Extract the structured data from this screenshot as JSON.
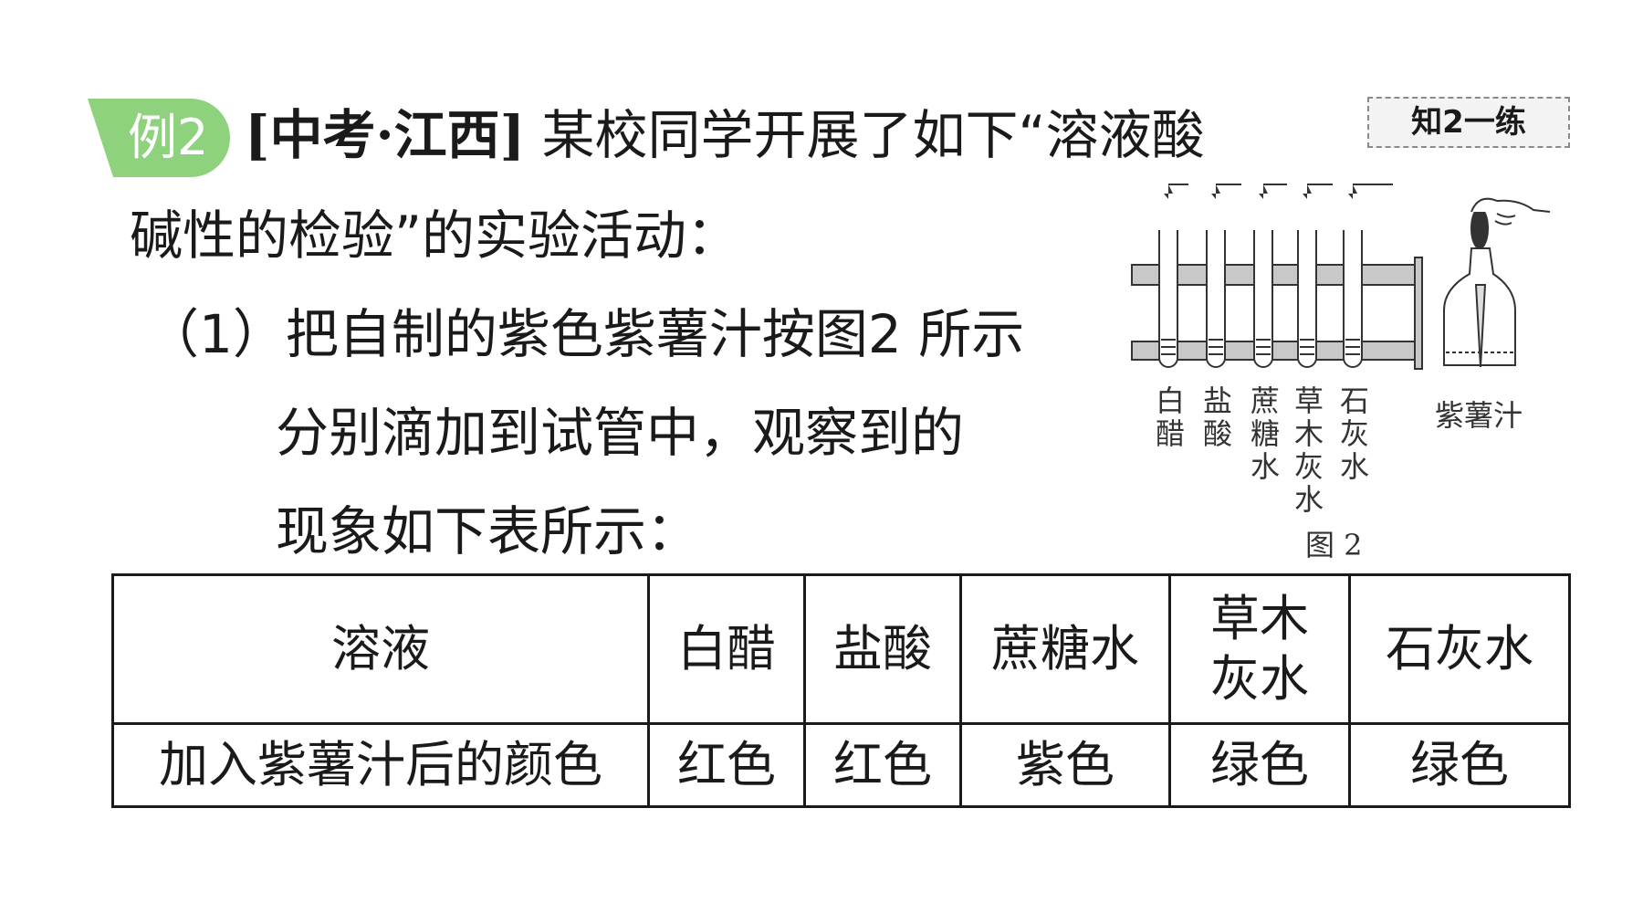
{
  "header": {
    "badge": "例2",
    "source": "[中考·江西]",
    "title_line1": "某校同学开展了如下“溶液酸",
    "title_line2": "碱性的检验”的实验活动：",
    "tag": "知2一练"
  },
  "question": {
    "line1": "（1）把自制的紫色紫薯汁按图2 所示",
    "line2": "分别滴加到试管中，观察到的",
    "line3": "现象如下表所示："
  },
  "figure": {
    "tube_labels": [
      [
        "白",
        "醋"
      ],
      [
        "盐",
        "酸"
      ],
      [
        "蔗",
        "糖",
        "水"
      ],
      [
        "草",
        "木",
        "灰",
        "水"
      ],
      [
        "石",
        "灰",
        "水"
      ]
    ],
    "bottle_label": "紫薯汁",
    "caption": "图 2"
  },
  "table": {
    "header_label": "溶液",
    "row_label": "加入紫薯汁后的颜色",
    "columns": [
      {
        "solution": [
          "白醋"
        ],
        "color": "红色"
      },
      {
        "solution": [
          "盐酸"
        ],
        "color": "红色"
      },
      {
        "solution": [
          "蔗糖水"
        ],
        "color": "紫色"
      },
      {
        "solution": [
          "草木",
          "灰水"
        ],
        "color": "绿色"
      },
      {
        "solution": [
          "石灰水"
        ],
        "color": "绿色"
      }
    ]
  }
}
